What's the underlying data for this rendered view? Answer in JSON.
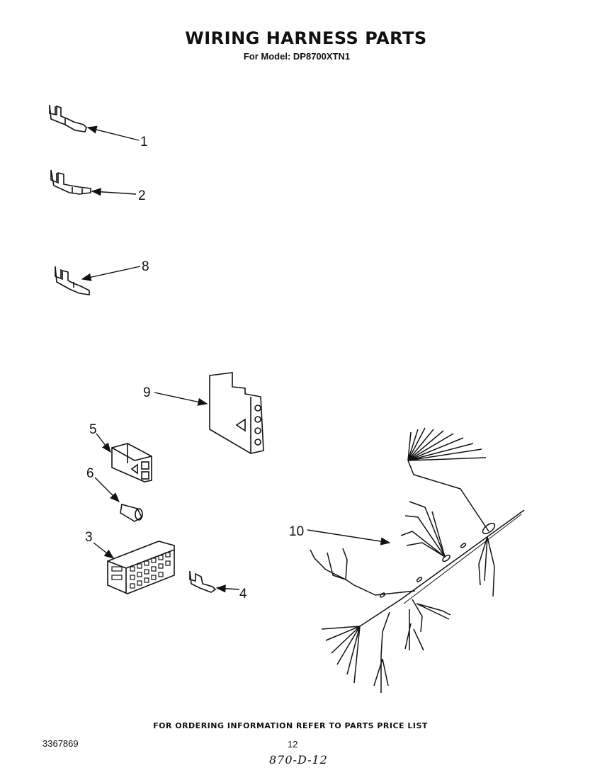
{
  "header": {
    "title": "WIRING HARNESS PARTS",
    "subtitle": "For Model: DP8700XTN1"
  },
  "callouts": [
    "1",
    "2",
    "8",
    "9",
    "5",
    "6",
    "3",
    "4",
    "10"
  ],
  "parts": [
    {
      "callout": "1",
      "icon": "terminal-icon"
    },
    {
      "callout": "2",
      "icon": "terminal-icon"
    },
    {
      "callout": "8",
      "icon": "terminal-icon"
    },
    {
      "callout": "9",
      "icon": "connector-housing-icon"
    },
    {
      "callout": "5",
      "icon": "connector-icon"
    },
    {
      "callout": "6",
      "icon": "wire-nut-icon"
    },
    {
      "callout": "3",
      "icon": "connector-block-icon"
    },
    {
      "callout": "4",
      "icon": "terminal-icon"
    },
    {
      "callout": "10",
      "icon": "wiring-harness-icon"
    }
  ],
  "footer": {
    "ordering_note": "FOR ORDERING INFORMATION REFER TO PARTS PRICE LIST",
    "doc_number": "3367869",
    "page_number": "12",
    "handwritten_code": "870-D-12"
  }
}
